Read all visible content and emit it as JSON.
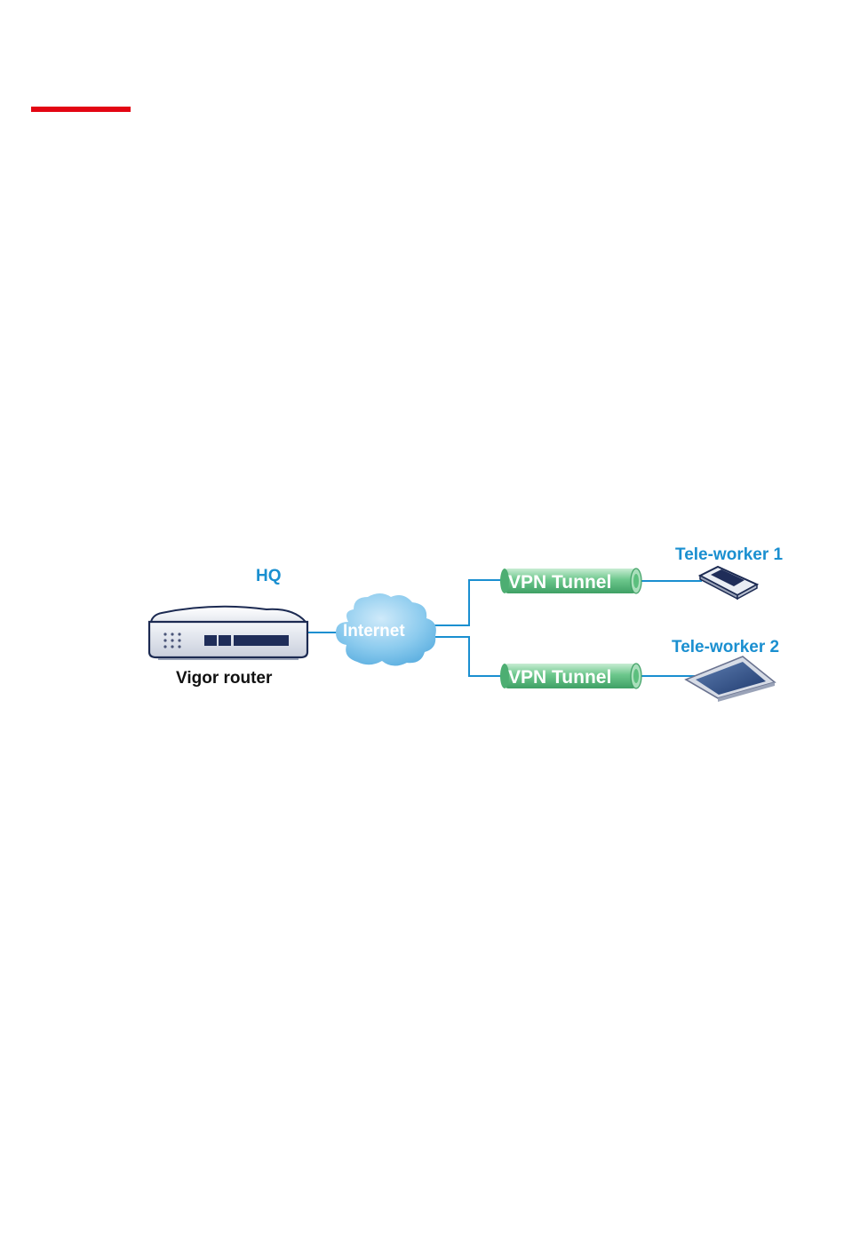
{
  "colors": {
    "accent": "#e30613",
    "label_blue": "#1a8fd0",
    "line": "#1a8fd0",
    "cloud": "#8ccbee",
    "tunnel": "#5cbf7e"
  },
  "diagram": {
    "hq_label": "HQ",
    "router_label": "Vigor router",
    "internet_label": "Internet",
    "tunnels": [
      {
        "label": "VPN Tunnel"
      },
      {
        "label": "VPN Tunnel"
      }
    ],
    "workers": [
      {
        "label": "Tele-worker 1",
        "device_icon": "pda-icon"
      },
      {
        "label": "Tele-worker 2",
        "device_icon": "tablet-icon"
      }
    ]
  }
}
